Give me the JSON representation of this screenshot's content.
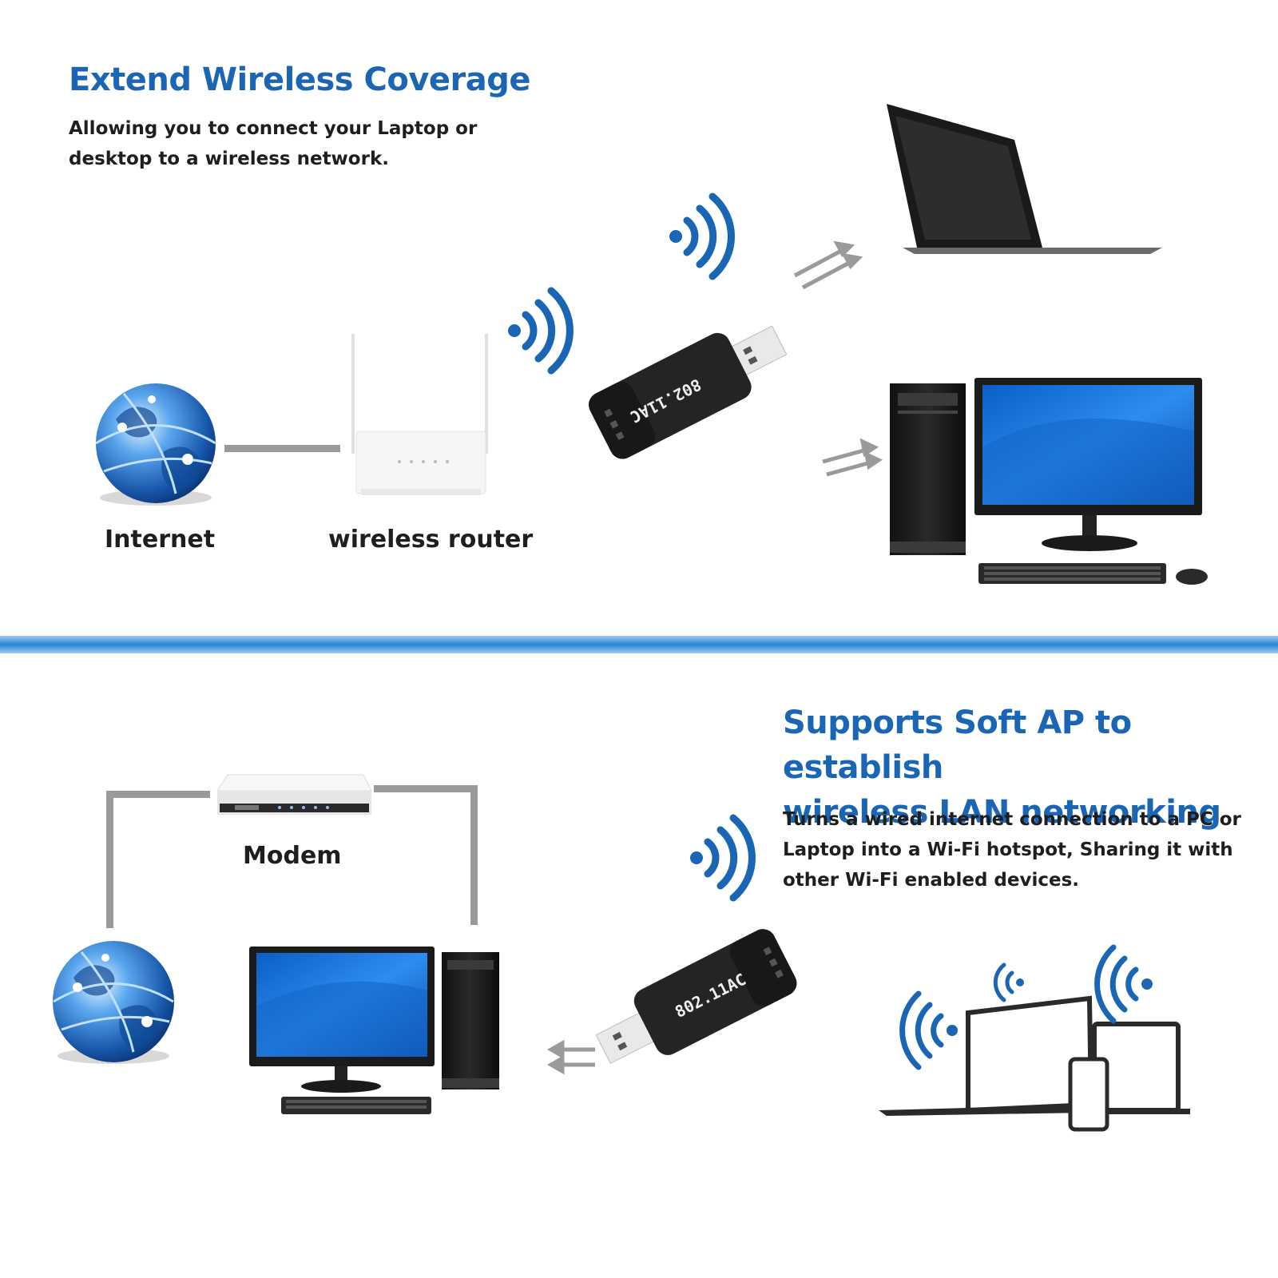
{
  "top": {
    "title": "Extend Wireless Coverage",
    "description_line1": "Allowing you to connect your Laptop or",
    "description_line2": "desktop to a wireless network.",
    "label_internet": "Internet",
    "label_router": "wireless router"
  },
  "bottom": {
    "title_line1": "Supports Soft AP to establish",
    "title_line2": "wireless LAN networking",
    "description_line1": "Turns a wired internet connection to a PC or",
    "description_line2": "Laptop into a Wi-Fi hotspot, Sharing it with",
    "description_line3": "other Wi-Fi enabled devices.",
    "label_modem": "Modem"
  },
  "adapter_label": "802.11AC",
  "colors": {
    "accent_blue": "#1a66b5",
    "divider_blue": "#2a84d6",
    "text_dark": "#1e1e1e",
    "cable_gray": "#9a9a9a"
  }
}
